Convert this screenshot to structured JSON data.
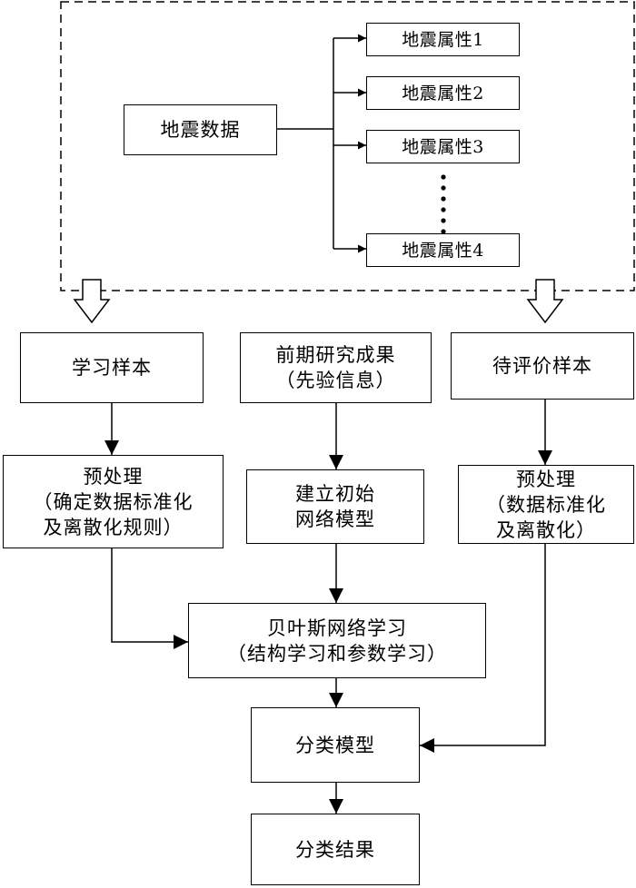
{
  "seismic_data": "地震数据",
  "attributes": [
    "地震属性1",
    "地震属性2",
    "地震属性3",
    "地震属性4"
  ],
  "learning_samples": "学习样本",
  "prior_results": "前期研究成果\n（先验信息）",
  "samples_to_evaluate": "待评价样本",
  "preprocess_left": "预处理\n（确定数据标准化\n及离散化规则）",
  "build_initial_network": "建立初始\n网络模型",
  "preprocess_right": "预处理\n（数据标准化\n及离散化）",
  "bayesian_learning": "贝叶斯网络学习\n（结构学习和参数学习）",
  "classification_model": "分类模型",
  "classification_result": "分类结果"
}
